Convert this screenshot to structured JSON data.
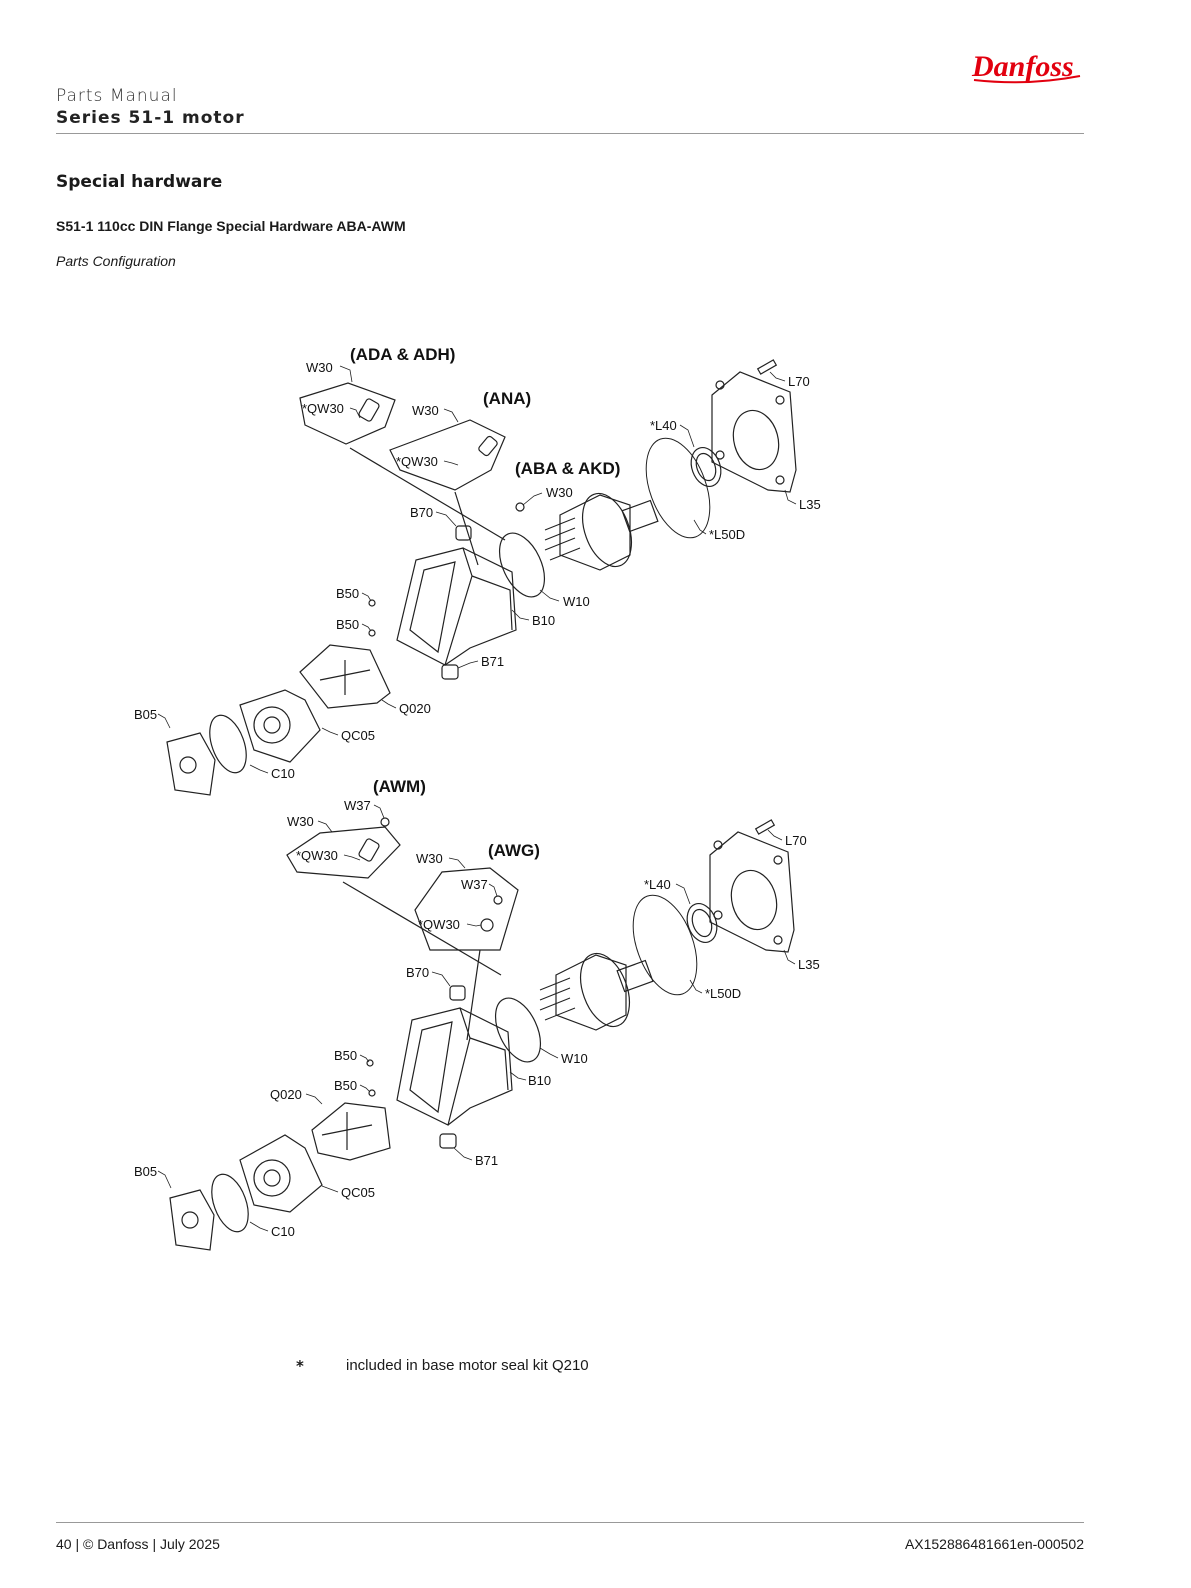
{
  "header": {
    "logo_text": "Danfoss",
    "doc_title": "Parts Manual",
    "doc_subtitle": "Series 51-1 motor"
  },
  "section_title": "Special hardware",
  "figure": {
    "title": "S51-1 110cc DIN Flange Special Hardware ABA-AWM",
    "caption": "Parts Configuration",
    "upper_assembly": {
      "variants": [
        "(ADA & ADH)",
        "(ANA)",
        "(ABA & AKD)"
      ],
      "callouts": [
        "W30",
        "*QW30",
        "W30",
        "*QW30",
        "W30",
        "B70",
        "B50",
        "B50",
        "B71",
        "Q020",
        "QC05",
        "B05",
        "C10",
        "W10",
        "B10",
        "*L40",
        "*L50D",
        "L70",
        "L35"
      ]
    },
    "lower_assembly": {
      "variants": [
        "(AWM)",
        "(AWG)"
      ],
      "callouts": [
        "W37",
        "W30",
        "*QW30",
        "W30",
        "W37",
        "*QW30",
        "B70",
        "B50",
        "B50",
        "Q020",
        "B71",
        "B05",
        "QC05",
        "C10",
        "W10",
        "B10",
        "*L40",
        "*L50D",
        "L70",
        "L35"
      ]
    }
  },
  "note": {
    "symbol": "*",
    "text": "included in base motor seal kit Q210"
  },
  "footer": {
    "left": "40 | © Danfoss | July 2025",
    "right": "AX152886481661en-000502"
  },
  "colors": {
    "logo_red": "#e2000f",
    "rule_gray": "#999999"
  }
}
